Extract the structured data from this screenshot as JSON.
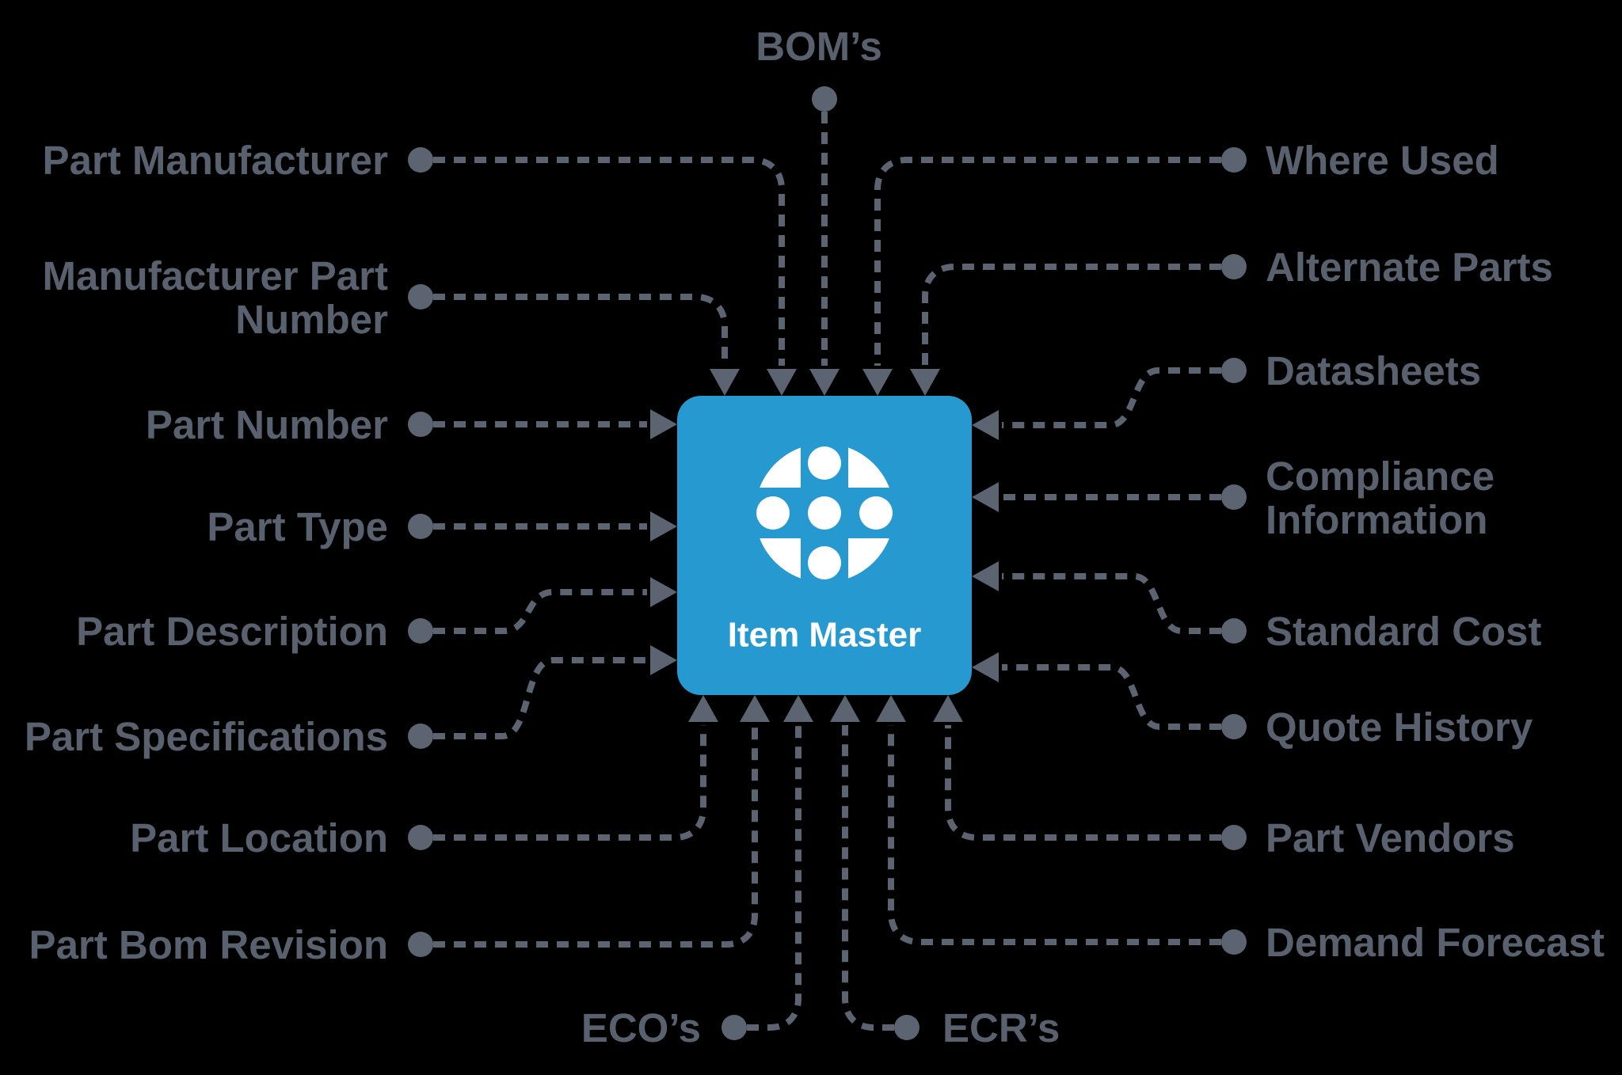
{
  "diagram": {
    "center": {
      "title": "Item Master",
      "icon": "dot-globe-icon",
      "box_color": "#2799D1",
      "text_color": "#FFFFFF"
    },
    "top": {
      "boms": "BOM’s"
    },
    "left": {
      "part_manufacturer": "Part Manufacturer",
      "manufacturer_part_number": {
        "line1": "Manufacturer Part",
        "line2": "Number"
      },
      "part_number": "Part Number",
      "part_type": "Part Type",
      "part_description": "Part Description",
      "part_specifications": "Part Specifications",
      "part_location": "Part Location",
      "part_bom_revision": "Part Bom Revision"
    },
    "bottom": {
      "ecos": "ECO’s",
      "ecrs": "ECR’s"
    },
    "right": {
      "where_used": "Where Used",
      "alternate_parts": "Alternate Parts",
      "datasheets": "Datasheets",
      "compliance_information": {
        "line1": "Compliance",
        "line2": "Information"
      },
      "standard_cost": "Standard Cost",
      "quote_history": "Quote History",
      "part_vendors": "Part Vendors",
      "demand_forecast": "Demand Forecast"
    },
    "colors": {
      "background": "#000000",
      "connector": "#5C6472",
      "label_text": "#59616E",
      "center_box": "#2799D1"
    }
  }
}
